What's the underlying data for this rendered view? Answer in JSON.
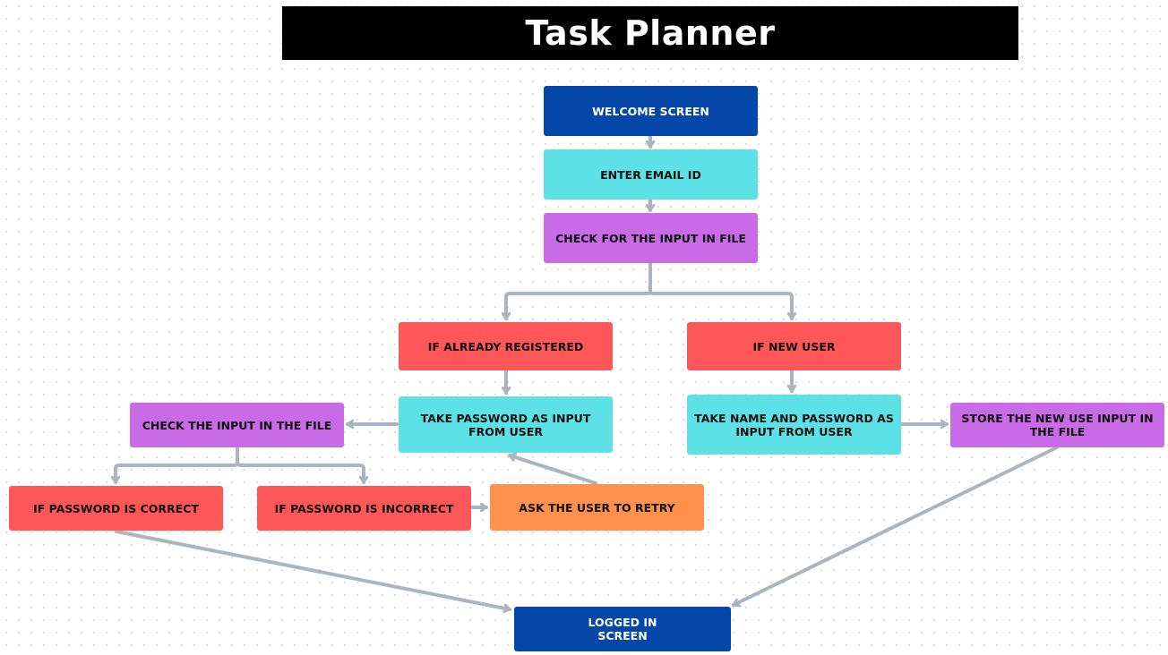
{
  "title": "Task Planner",
  "nodes": {
    "welcome": "WELCOME SCREEN",
    "enter_email": "ENTER EMAIL ID",
    "check_input_file": "CHECK FOR THE INPUT IN FILE",
    "already_registered": "IF ALREADY REGISTERED",
    "new_user": "IF NEW USER",
    "take_password": "TAKE  PASSWORD AS INPUT FROM USER",
    "take_name_password": "TAKE NAME AND PASSWORD AS INPUT FROM USER",
    "check_input_in_file": "CHECK THE INPUT IN THE FILE",
    "store_new_user": "STORE THE NEW USE INPUT IN THE FILE",
    "password_correct": "IF PASSWORD IS CORRECT",
    "password_incorrect": "IF PASSWORD IS INCORRECT",
    "ask_retry": "ASK THE USER TO RETRY",
    "logged_in": "LOGGED IN SCREEN"
  },
  "colors": {
    "start_end": "#0547a8",
    "input": "#5ce1e6",
    "check": "#c96be6",
    "condition": "#ff5757",
    "retry": "#ff914d",
    "connector": "#aab5be"
  }
}
